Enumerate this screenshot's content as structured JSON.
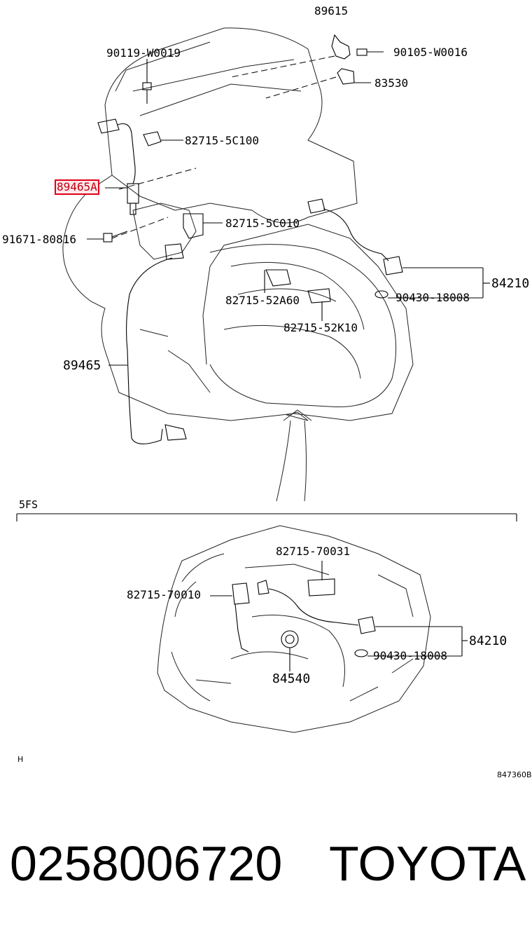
{
  "diagram": {
    "upper_labels": {
      "p89615": "89615",
      "p90105": "90105-W0016",
      "p90119": "90119-W0019",
      "p83530": "83530",
      "p82715_5c100": "82715-5C100",
      "p89465a": "89465A",
      "p91671": "91671-80816",
      "p82715_5c010": "82715-5C010",
      "p84210": "84210",
      "p82715_52a60": "82715-52A60",
      "p90430": "90430-18008",
      "p82715_52k10": "82715-52K10",
      "p89465": "89465"
    },
    "section_label": "5FS",
    "lower_labels": {
      "p82715_70031": "82715-70031",
      "p82715_70010": "82715-70010",
      "p84210": "84210",
      "p90430": "90430-18008",
      "p84540": "84540"
    },
    "corner_mark": "H",
    "drawing_code": "847360B"
  },
  "footer": {
    "part_number": "0258006720",
    "brand": "TOYOTA"
  },
  "colors": {
    "highlight_border": "#e0001a",
    "highlight_fill": "#fde7ea",
    "line": "#000000"
  }
}
